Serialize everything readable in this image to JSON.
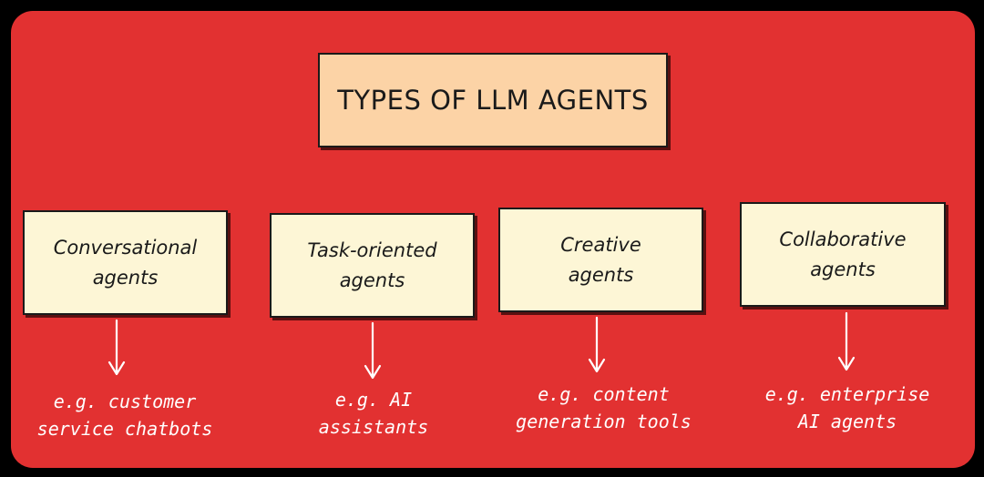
{
  "title": "TYPES OF LLM AGENTS",
  "types": [
    {
      "label_lines": [
        "Conversational",
        "agents"
      ],
      "example_lines": [
        "e.g. customer",
        "service chatbots"
      ]
    },
    {
      "label_lines": [
        "Task-oriented",
        "agents"
      ],
      "example_lines": [
        "e.g. AI",
        "assistants"
      ]
    },
    {
      "label_lines": [
        "Creative",
        "agents"
      ],
      "example_lines": [
        "e.g. content",
        "generation tools"
      ]
    },
    {
      "label_lines": [
        "Collaborative",
        "agents"
      ],
      "example_lines": [
        "e.g. enterprise",
        "AI agents"
      ]
    }
  ],
  "colors": {
    "background": "#000000",
    "panel": "#e23131",
    "title_box": "#fcd3a6",
    "type_box": "#fdf6d6",
    "example_text": "#ffffff"
  }
}
